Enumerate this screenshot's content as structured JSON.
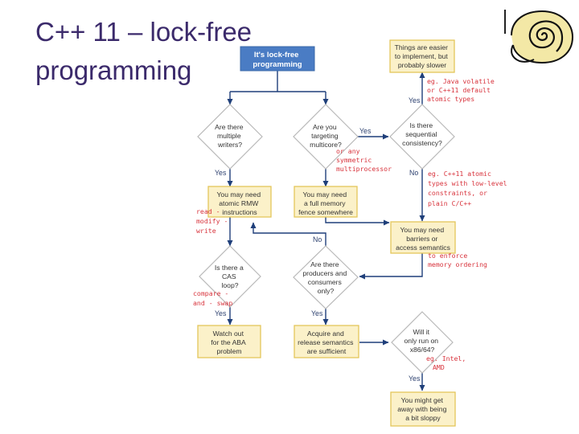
{
  "slide": {
    "title_line1": "C++ 11 – lock-free",
    "title_line2": "programming"
  },
  "flowchart": {
    "start": [
      "It's lock-free",
      "programming"
    ],
    "q_multiple_writers": [
      "Are there",
      "multiple",
      "writers?"
    ],
    "q_multicore": [
      "Are you",
      "targeting",
      "multicore?"
    ],
    "q_sequential": [
      "Is there",
      "sequential",
      "consistency?"
    ],
    "q_cas": [
      "Is there a",
      "CAS",
      "loop?"
    ],
    "q_producers": [
      "Are there",
      "producers and",
      "consumers",
      "only?"
    ],
    "q_x86": [
      "Will it",
      "only run on",
      "x86/64?"
    ],
    "box_easier": [
      "Things are easier",
      "to implement, but",
      "probably slower"
    ],
    "box_atomic_rmw": [
      "You may need",
      "atomic RMW",
      "instructions"
    ],
    "box_full_fence": [
      "You may need",
      "a full memory",
      "fence somewhere"
    ],
    "box_barriers": [
      "You may need",
      "barriers or",
      "access semantics"
    ],
    "box_aba": [
      "Watch out",
      "for the ABA",
      "problem"
    ],
    "box_acquire": [
      "Acquire and",
      "release semantics",
      "are sufficient"
    ],
    "box_sloppy": [
      "You might get",
      "away with being",
      "a bit sloppy"
    ],
    "labels": {
      "yes_multicore": "Yes",
      "yes_sequential": "Yes",
      "no_sequential": "No",
      "yes_writers": "Yes",
      "no_producers": "No",
      "yes_cas": "Yes",
      "yes_producers": "Yes",
      "yes_x86": "Yes"
    },
    "notes": {
      "java": [
        "eg. Java volatile",
        "or C++11 default",
        "atomic types"
      ],
      "smp": [
        "or any",
        "symmetric",
        "multiprocessor"
      ],
      "cpp11": [
        "eg. C++11 atomic",
        "types with low-level",
        "constraints, or",
        "plain C/C++"
      ],
      "rmw": [
        "read -",
        "modify -",
        "write"
      ],
      "ordering": [
        "to enforce",
        "memory ordering"
      ],
      "cas": [
        "compare -",
        "and - swap"
      ],
      "intel": [
        "eg. Intel,",
        "AMD"
      ]
    }
  },
  "colors": {
    "title": "#3b2a6b",
    "start_fill": "#4a7cc4",
    "box_fill": "#fbf1c9",
    "box_border": "#e3c65a",
    "connector": "#1f3f7a",
    "note": "#d8343d"
  }
}
